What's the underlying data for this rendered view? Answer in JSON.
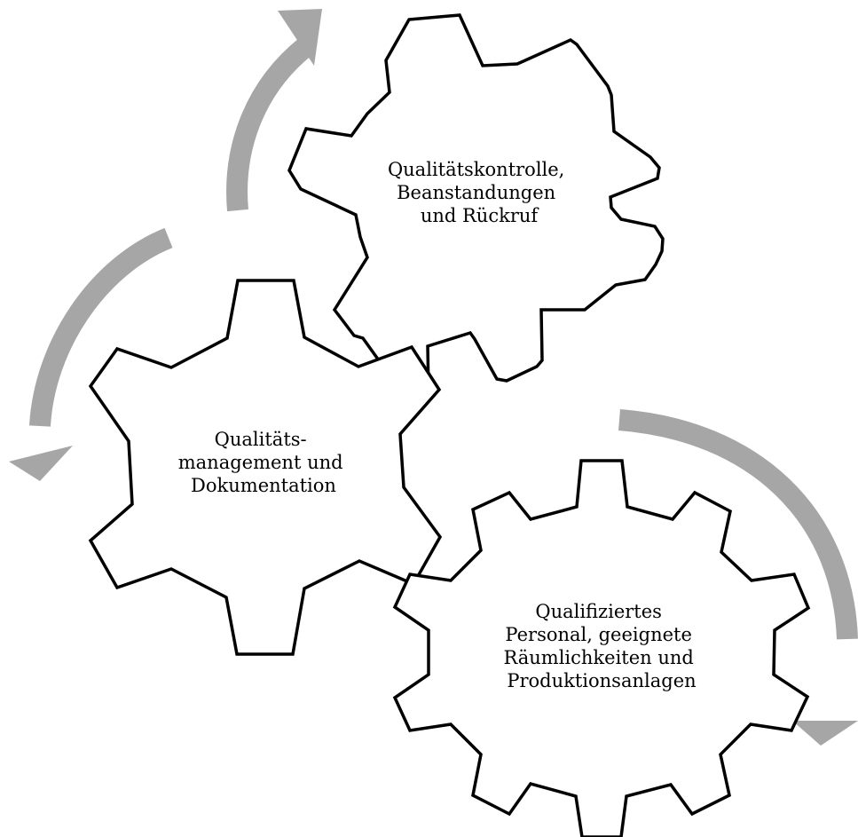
{
  "diagram": {
    "gears": [
      {
        "lines": [
          "Qualitätskontrolle,",
          "Beanstandungen",
          "und Rückruf"
        ]
      },
      {
        "lines": [
          "Qualitäts-",
          "management und",
          "Dokumentation"
        ]
      },
      {
        "lines": [
          "Qualifiziertes",
          "Personal, geeignete",
          "Räumlichkeiten und",
          "Produktionsanlagen"
        ]
      }
    ],
    "colors": {
      "arrow": "#a6a6a6",
      "gear_outline": "#000000",
      "gear_fill": "#ffffff"
    }
  }
}
